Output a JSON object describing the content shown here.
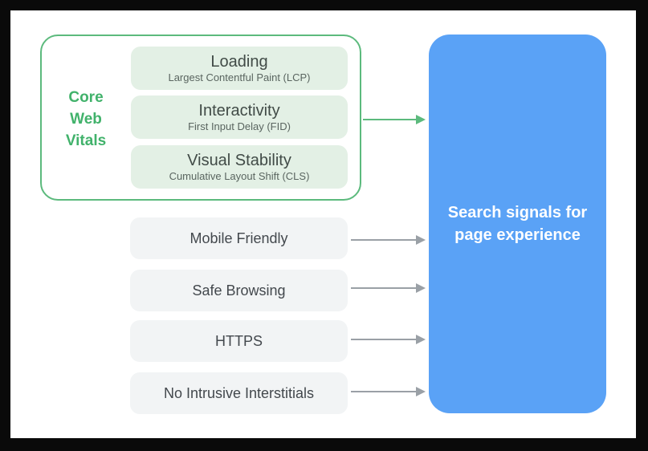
{
  "diagram": {
    "group_label": "Core Web Vitals",
    "vitals": [
      {
        "title": "Loading",
        "subtitle": "Largest Contentful Paint (LCP)"
      },
      {
        "title": "Interactivity",
        "subtitle": "First Input Delay (FID)"
      },
      {
        "title": "Visual Stability",
        "subtitle": "Cumulative Layout Shift (CLS)"
      }
    ],
    "signals": [
      "Mobile Friendly",
      "Safe Browsing",
      "HTTPS",
      "No Intrusive Interstitials"
    ],
    "result_label": "Search signals for page experience",
    "colors": {
      "accent_green_text": "#41b26b",
      "green_border_arrow": "#5cba7d",
      "vital_fill": "#e3f0e5",
      "signal_fill": "#f2f4f5",
      "result_blue": "#5aa2f6",
      "arrow_gray": "#9aa0a6",
      "vital_title_text": "#414b47",
      "vital_subtitle_text": "#5a6560",
      "signal_text": "#43484d",
      "result_text": "#ffffff",
      "frame_background": "#0a0a0a",
      "canvas_background": "#ffffff"
    }
  }
}
